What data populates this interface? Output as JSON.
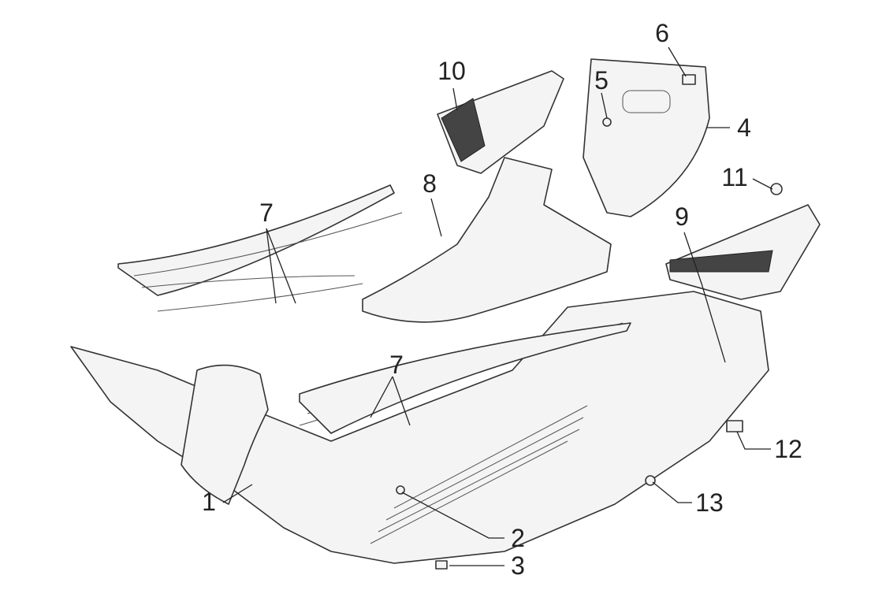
{
  "diagram": {
    "type": "exploded parts diagram",
    "callouts": [
      {
        "id": "c1",
        "label": "1"
      },
      {
        "id": "c2",
        "label": "2"
      },
      {
        "id": "c3",
        "label": "3"
      },
      {
        "id": "c4",
        "label": "4"
      },
      {
        "id": "c5",
        "label": "5"
      },
      {
        "id": "c6",
        "label": "6"
      },
      {
        "id": "c7a",
        "label": "7"
      },
      {
        "id": "c7b",
        "label": "7"
      },
      {
        "id": "c8",
        "label": "8"
      },
      {
        "id": "c9",
        "label": "9"
      },
      {
        "id": "c10",
        "label": "10"
      },
      {
        "id": "c11",
        "label": "11"
      },
      {
        "id": "c12",
        "label": "12"
      },
      {
        "id": "c13",
        "label": "13"
      }
    ]
  }
}
